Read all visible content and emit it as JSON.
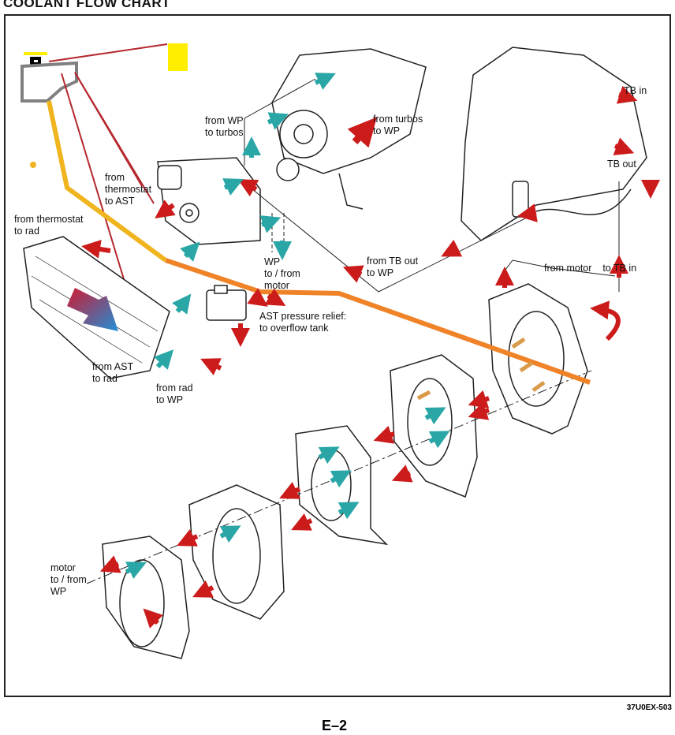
{
  "title": "COOLANT FLOW CHART",
  "labels": {
    "from_wp_to_turbos": "from WP\nto turbos",
    "from_turbos_to_wp": "from turbos\nto WP",
    "tb_in": "TB in",
    "tb_out": "TB out",
    "from_thermostat_to_ast": "from\nthermostat\nto AST",
    "from_thermostat_to_rad": "from thermostat\nto rad",
    "wp_to_from_motor": "WP\nto / from\nmotor",
    "from_tb_out_to_wp": "from TB out\nto WP",
    "from_motor_to_tb_in": "from motor    to TB in",
    "ast_pressure_relief": "AST pressure relief:\nto overflow tank",
    "from_ast_to_rad": "from AST\nto rad",
    "from_rad_to_wp": "from rad\nto WP",
    "motor_to_from_wp": "motor\nto / from\nWP"
  },
  "figure_code": "37U0EX-503",
  "page_number": "E–2",
  "colors": {
    "hot_arrow": "#cc1b1b",
    "cool_arrow": "#2aa6a6",
    "overflow_hose": "#f0b41e",
    "motor_hose": "#f08228",
    "callout_line": "#b5282e",
    "tank_outline": "#808080",
    "highlight": "#ffee00"
  }
}
